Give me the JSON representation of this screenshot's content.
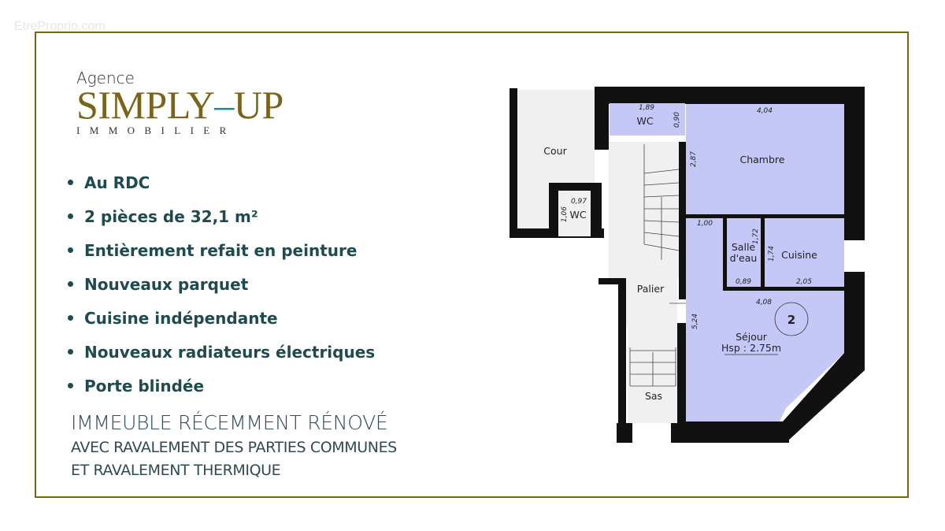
{
  "watermark": "EtreProprio.com",
  "logo": {
    "top": "Agence",
    "brand_left": "SIMPLY",
    "brand_dash": "–",
    "brand_right": "UP",
    "sub": "IMMOBILIER"
  },
  "bullets": [
    "Au RDC",
    "2 pièces de 32,1 m²",
    "Entièrement refait en peinture",
    "Nouveaux parquet",
    "Cuisine indépendante",
    "Nouveaux radiateurs électriques",
    "Porte blindée"
  ],
  "notes": {
    "line1": "IMMEUBLE RÉCEMMENT RÉNOVÉ",
    "line2": "AVEC RAVALEMENT DES PARTIES COMMUNES",
    "line3": "ET RAVALEMENT THERMIQUE"
  },
  "plan": {
    "rooms": {
      "cour": "Cour",
      "wc1": "WC",
      "wc2": "WC",
      "chambre": "Chambre",
      "salle1": "Salle",
      "salle2": "d'eau",
      "cuisine": "Cuisine",
      "palier": "Palier",
      "sejour": "Séjour",
      "hsp": "Hsp : 2.75m",
      "sas": "Sas",
      "lot": "2"
    },
    "dims": {
      "wc_w": "1,89",
      "wc_h": "0,90",
      "chambre_w": "4,04",
      "chambre_h": "2,87",
      "wc2_w": "0,97",
      "wc2_h": "1,06",
      "d100": "1,00",
      "salle_h": "1,72",
      "cuisine_h": "1,74",
      "salle_w": "0,89",
      "cuisine_w": "2,05",
      "sejour_w": "4,08",
      "sejour_h": "5,24"
    },
    "colors": {
      "room": "#c5c8f7",
      "common": "#f0f0f0",
      "wall": "#111111",
      "frame": "#7a6419",
      "text": "#1e4a50"
    }
  }
}
